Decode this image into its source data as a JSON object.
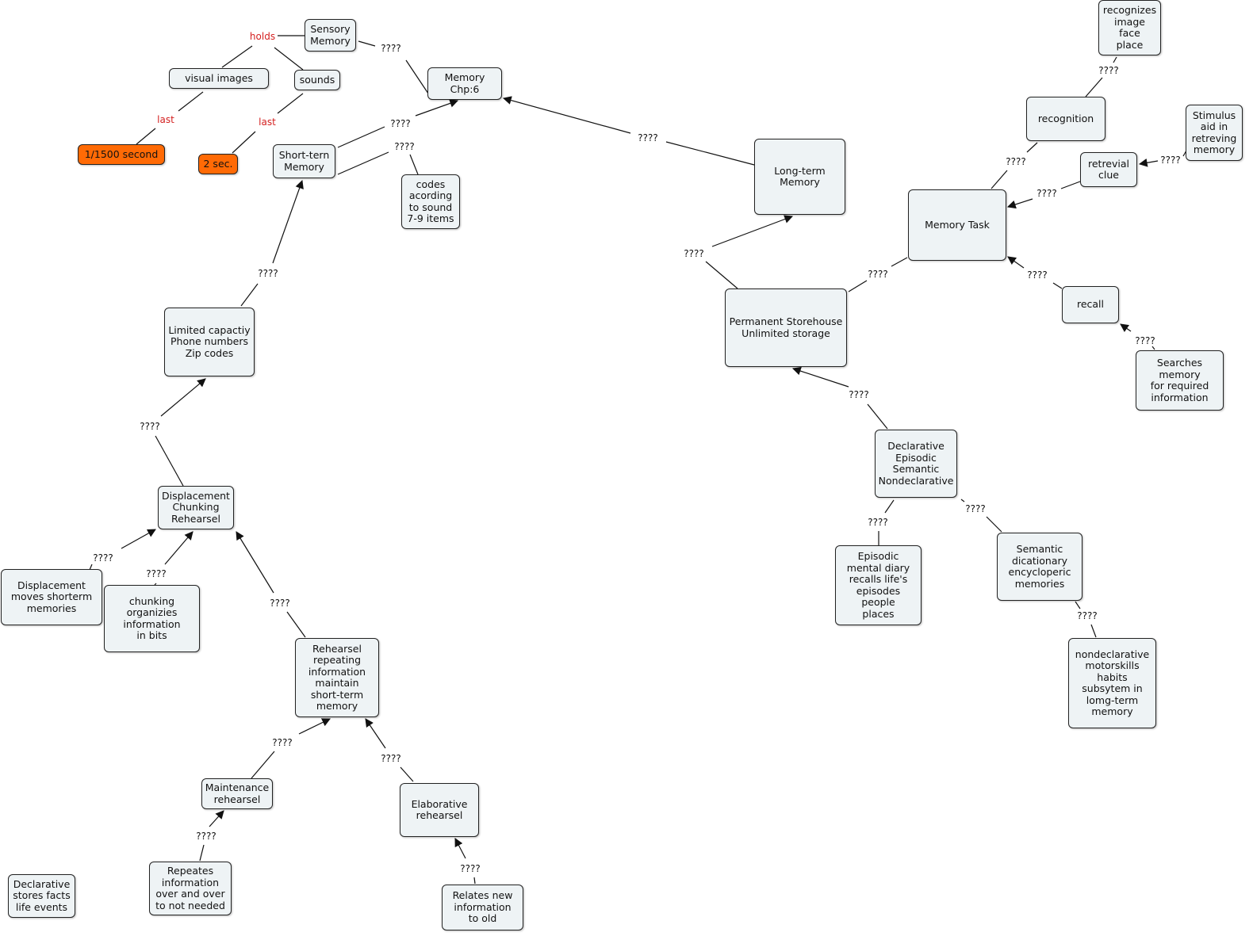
{
  "colors": {
    "node_fill": "#eef3f5",
    "node_accent_fill": "#ff6a05",
    "link_label_accent": "#d42020",
    "line": "#111111"
  },
  "nodes": {
    "sensory_memory": "Sensory\nMemory",
    "visual_images": "visual images",
    "sounds": "sounds",
    "visual_duration": "1/1500 second",
    "sound_duration": "2 sec.",
    "memory_root": "Memory\nChp:6",
    "short_term": "Short-tern\nMemory",
    "stm_codes": "codes\nacording\nto  sound\n7-9 items",
    "limited_capacity": "Limited capactiy\nPhone numbers\nZip codes",
    "stm_processes": "Displacement\nChunking\nRehearsel",
    "displacement": "Displacement\nmoves shorterm\nmemories",
    "chunking": "chunking\norganizies\ninformation\nin bits",
    "rehearsal": "Rehearsel\nrepeating\ninformation\nmaintain\nshort-term\nmemory",
    "maintenance": "Maintenance\nrehearsel",
    "elaborative": "Elaborative\nrehearsel",
    "repeats": "Repeates\ninformation\nover  and over\nto not needed",
    "relates": "Relates new\ninformation\nto old",
    "declarative_note": "Declarative\nstores facts\nlife events",
    "long_term": "Long-term\nMemory",
    "permanent": "Permanent Storehouse\nUnlimited storage",
    "memory_task": "Memory Task",
    "recognition": "recognition",
    "recognizes": "recognizes\nimage\nface\nplace",
    "retrieval_clue": "retrevial\nclue",
    "stimulus": "Stimulus\naid in\nretreving\nmemory",
    "recall": "recall",
    "searches": "Searches\nmemory\nfor required\ninformation",
    "declarative_types": "Declarative\nEpisodic\nSemantic\nNondeclarative",
    "episodic": "Episodic\nmental diary\nrecalls life's\nepisodes\npeople\nplaces",
    "semantic": "Semantic\ndicationary\nencycloperic\nmemories",
    "nondeclarative": "nondeclarative\nmotorskills\nhabits\nsubsytem in\nlomg-term\nmemory"
  },
  "link_labels": {
    "holds": "holds",
    "last_visual": "last",
    "last_sound": "last",
    "unknown": "????"
  }
}
